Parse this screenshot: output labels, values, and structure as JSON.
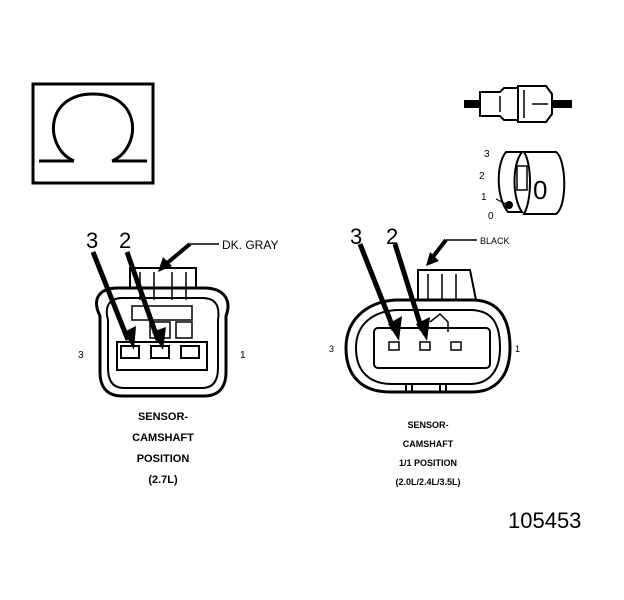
{
  "symbol": {
    "icon": "ohm-omega-icon",
    "glyph": "Ω"
  },
  "legend": {
    "icon": "connector-inspection-icon",
    "terminal_numbers": [
      "3",
      "2",
      "1",
      "0"
    ],
    "big_digit": "0"
  },
  "connector_left": {
    "callouts": [
      "3",
      "2"
    ],
    "color_label": "DK. GRAY",
    "pin_left": "3",
    "pin_right": "1",
    "caption": [
      "SENSOR-",
      "CAMSHAFT",
      "POSITION",
      "(2.7L)"
    ]
  },
  "connector_right": {
    "callouts": [
      "3",
      "2"
    ],
    "color_label": "BLACK",
    "pin_left": "3",
    "pin_right": "1",
    "caption": [
      "SENSOR-",
      "CAMSHAFT",
      "1/1 POSITION",
      "(2.0L/2.4L/3.5L)"
    ]
  },
  "figure_number": "105453"
}
